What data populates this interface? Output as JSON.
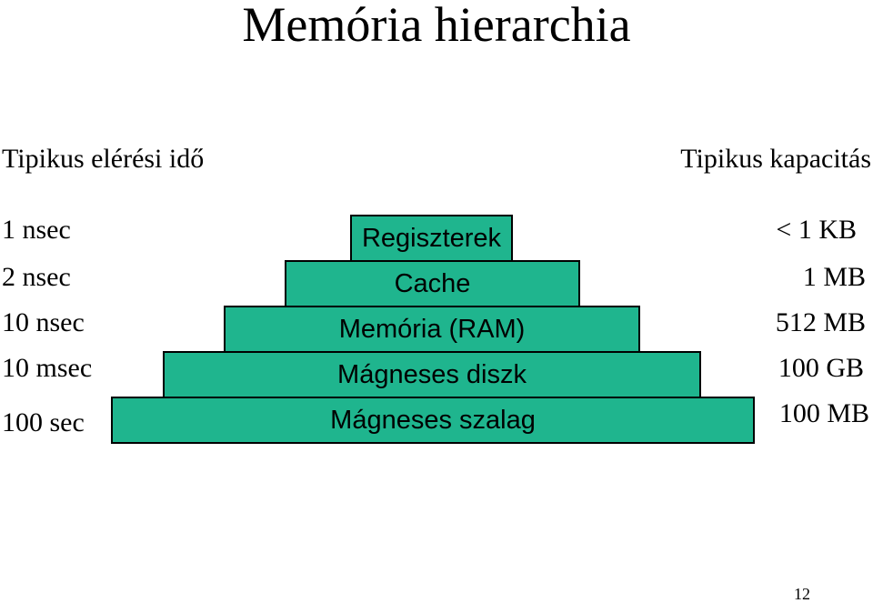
{
  "title": "Memória hierarchia",
  "headers": {
    "access_time": "Tipikus elérési idő",
    "capacity": "Tipikus kapacitás"
  },
  "colors": {
    "tier_fill": "#1fb58e",
    "border": "#000000",
    "text": "#000000"
  },
  "levels": [
    {
      "name": "Regiszterek",
      "access_time": "1 nsec",
      "capacity": "< 1 KB"
    },
    {
      "name": "Cache",
      "access_time": "2 nsec",
      "capacity": "1 MB"
    },
    {
      "name": "Memória (RAM)",
      "access_time": "10 nsec",
      "capacity": "512 MB"
    },
    {
      "name": "Mágneses diszk",
      "access_time": "10 msec",
      "capacity": "100 GB"
    },
    {
      "name": "Mágneses szalag",
      "access_time": "100 sec",
      "capacity": "100 MB"
    }
  ],
  "page_number": "12"
}
